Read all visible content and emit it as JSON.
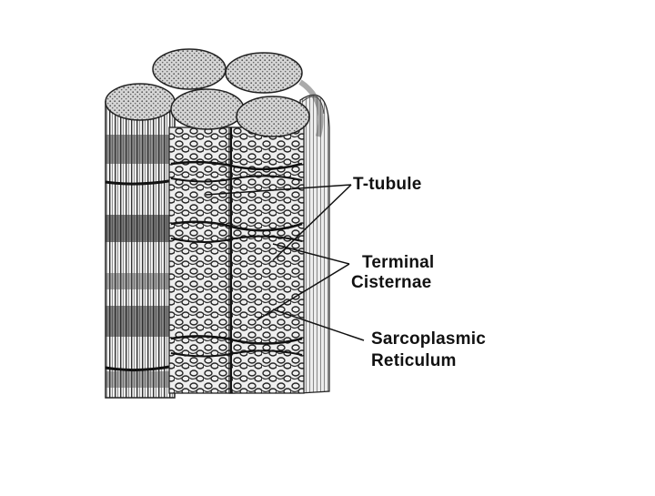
{
  "diagram": {
    "labels": {
      "t_tubule": "T-tubule",
      "terminal_cisternae_line1": "Terminal",
      "terminal_cisternae_line2": "Cisternae",
      "sarcoplasmic_reticulum_line1": "Sarcoplasmic",
      "sarcoplasmic_reticulum_line2": "Reticulum"
    },
    "colors": {
      "ink": "#111111",
      "background": "#ffffff",
      "myofibril_fill": "#c9c9c9",
      "stripe_dark": "#2a2a2a",
      "stripe_mid": "#7a7a7a"
    }
  }
}
